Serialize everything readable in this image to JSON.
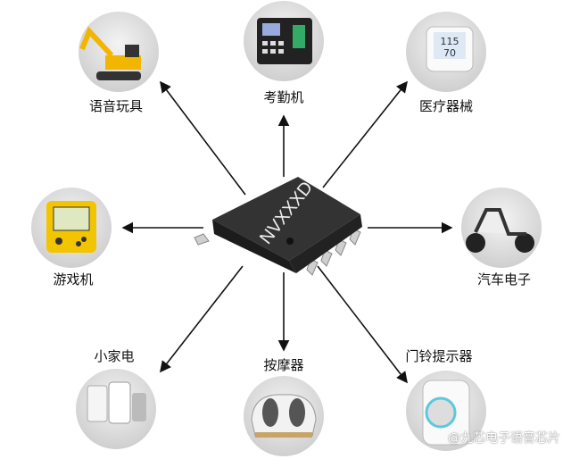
{
  "chip": {
    "marking": "NVXXXD"
  },
  "applications": [
    {
      "label": "语音玩具",
      "icon": "excavator-toy-icon"
    },
    {
      "label": "考勤机",
      "icon": "attendance-machine-icon"
    },
    {
      "label": "医疗器械",
      "icon": "blood-pressure-monitor-icon"
    },
    {
      "label": "游戏机",
      "icon": "handheld-game-icon"
    },
    {
      "label": "汽车电子",
      "icon": "electric-scooter-icon"
    },
    {
      "label": "小家电",
      "icon": "home-appliance-icon"
    },
    {
      "label": "按摩器",
      "icon": "foot-massager-icon"
    },
    {
      "label": "门铃提示器",
      "icon": "doorbell-icon"
    }
  ],
  "watermark": "@九芯电子语音芯片",
  "colors": {
    "chip": "#2a2a2a",
    "circle": "#d9d9d9",
    "arrow": "#111111"
  }
}
